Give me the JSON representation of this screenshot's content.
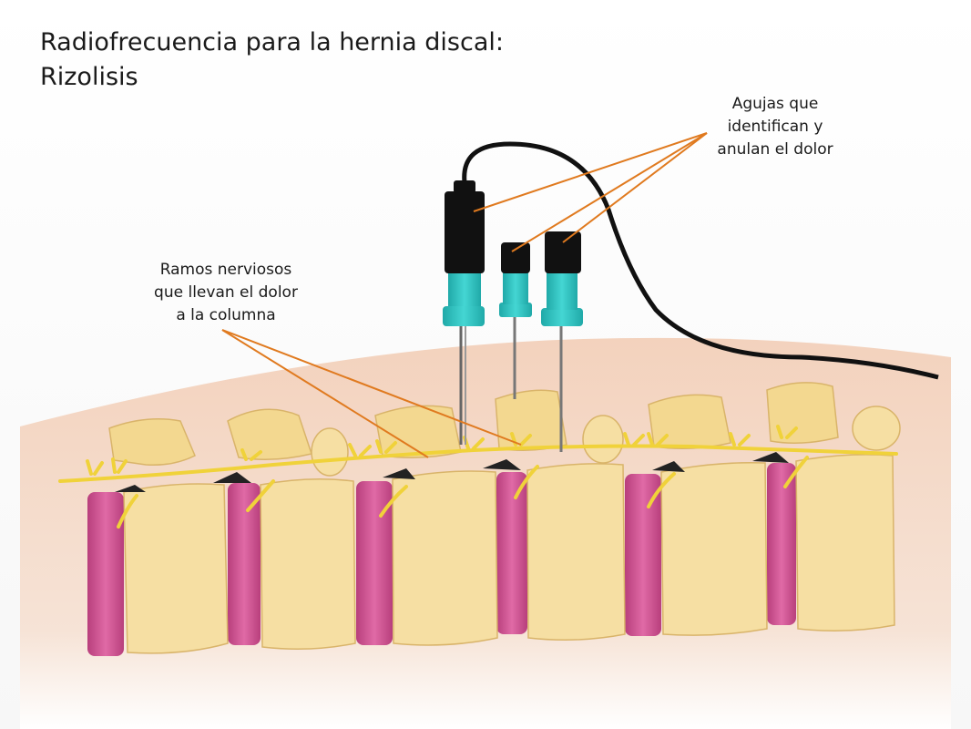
{
  "title": {
    "line1": "Radiofrecuencia para la hernia discal:",
    "line2": "Rizolisis"
  },
  "labels": {
    "nerves": {
      "line1": "Ramos nerviosos",
      "line2": "que llevan el dolor",
      "line3": "a la columna"
    },
    "needles": {
      "line1": "Agujas que",
      "line2": "identifican y",
      "line3": "anulan el dolor"
    }
  },
  "colors": {
    "skin": "#f3d6c1",
    "bone": "#f6dfa3",
    "bone_shadow": "#e9c77f",
    "disc": "#d85a9a",
    "nerve": "#f0d23a",
    "needle_hub": "#2ec6c4",
    "needle_cap": "#111111",
    "leader_line": "#e07a1f",
    "cable": "#111111"
  }
}
